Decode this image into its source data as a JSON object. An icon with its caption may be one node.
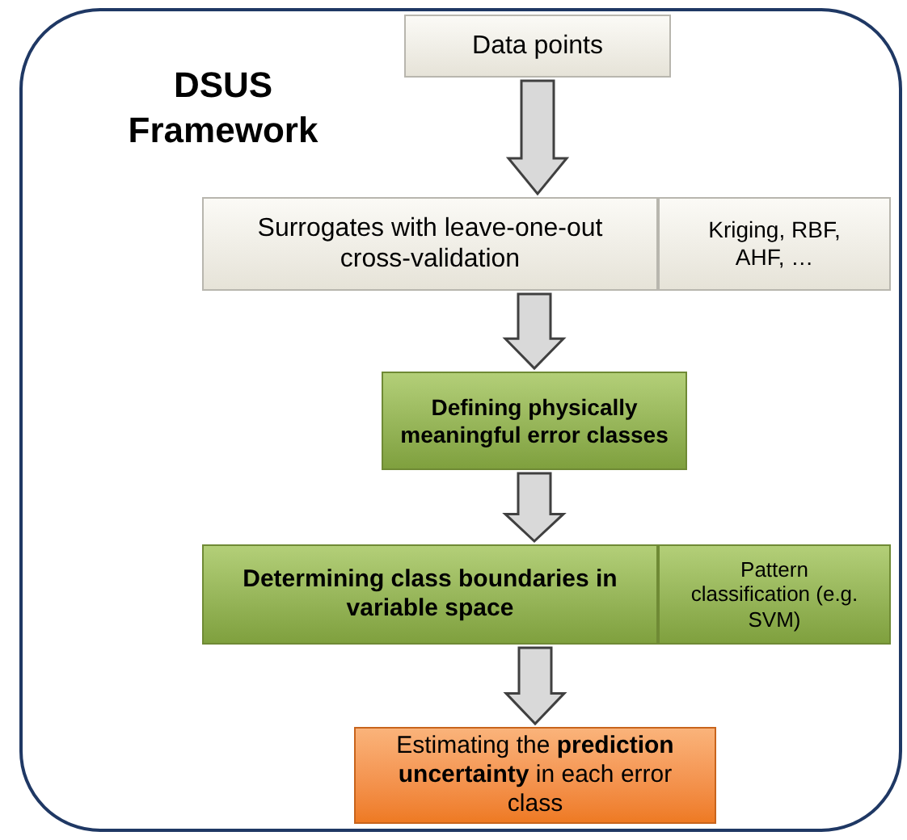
{
  "diagram": {
    "nodes": [
      {
        "text": [
          "DSUS Framework"
        ]
      },
      {
        "text": [
          "Data points"
        ],
        "in": 0
      },
      {
        "text": [
          "Surrogates with leave-one-out cross-validation"
        ],
        "in": 0
      },
      {
        "text": [
          "Kriging, RBF, AHF, …"
        ],
        "in": 0
      },
      {
        "text": [
          "Defining physically meaningful error classes"
        ],
        "in": 0
      },
      {
        "text": [
          "Determining class boundaries in variable space"
        ],
        "in": 0
      },
      {
        "text": [
          "Pattern classification (e.g. SVM)"
        ],
        "in": 0
      },
      {
        "text": [
          "Estimating the **prediction uncertainty** in each error class"
        ],
        "in": 0
      }
    ],
    "edges": [
      {
        "from": 1,
        "to": 2,
        "arrow": "to"
      },
      {
        "from": 2,
        "to": 4,
        "arrow": "to"
      },
      {
        "from": 4,
        "to": 5,
        "arrow": "to"
      },
      {
        "from": 5,
        "to": 7,
        "arrow": "to"
      }
    ]
  }
}
